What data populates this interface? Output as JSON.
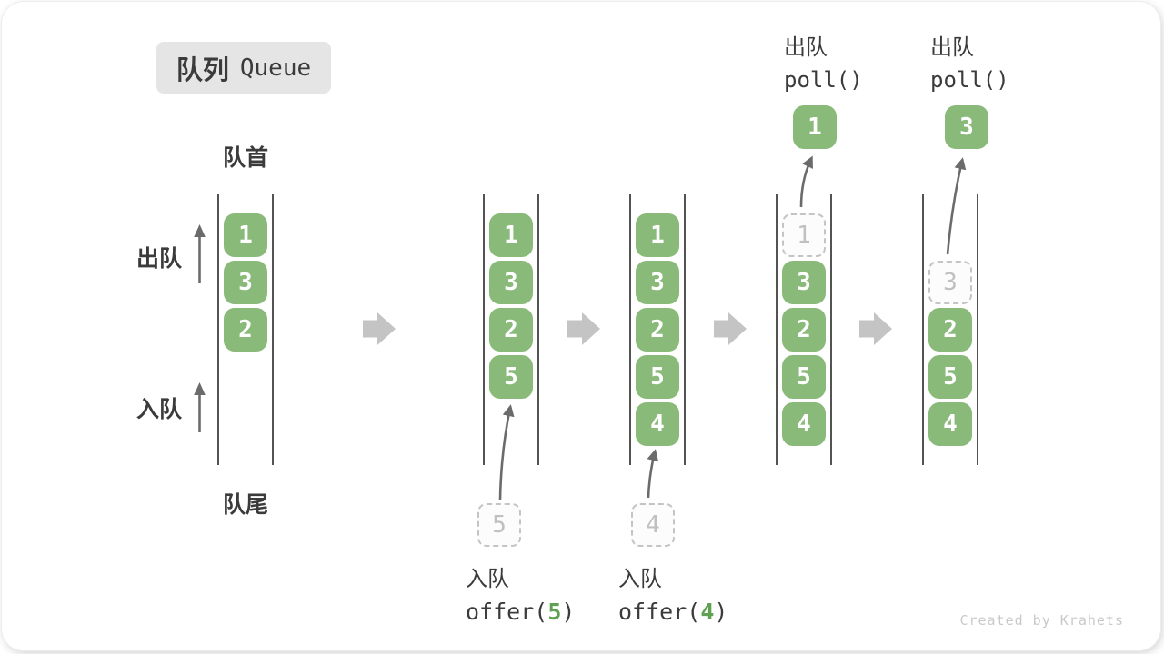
{
  "title": {
    "zh": "队列",
    "en": "Queue"
  },
  "side_labels": {
    "front": "队首",
    "rear": "队尾",
    "dequeue": "出队",
    "enqueue": "入队"
  },
  "queues": [
    {
      "items": [
        "1",
        "3",
        "2"
      ]
    },
    {
      "items": [
        "1",
        "3",
        "2",
        "5"
      ],
      "pending_value": "5",
      "op": {
        "label": "入队",
        "code_before": "offer(",
        "arg": "5",
        "code_after": ")"
      }
    },
    {
      "items": [
        "1",
        "3",
        "2",
        "5",
        "4"
      ],
      "pending_value": "4",
      "op": {
        "label": "入队",
        "code_before": "offer(",
        "arg": "4",
        "code_after": ")"
      }
    },
    {
      "ghost_value": "1",
      "items": [
        "3",
        "2",
        "5",
        "4"
      ],
      "result_value": "1",
      "op": {
        "label": "出队",
        "code": "poll()"
      }
    },
    {
      "ghost_value": "3",
      "items": [
        "2",
        "5",
        "4"
      ],
      "result_value": "3",
      "op": {
        "label": "出队",
        "code": "poll()"
      }
    }
  ],
  "watermark": "Created by Krahets",
  "colors": {
    "item_green": "#89ba7a",
    "code_arg_green": "#5fa052",
    "flow_arrow_gray": "#c4c4c4",
    "queue_wall": "#535353",
    "badge_bg": "#e5e5e5"
  }
}
